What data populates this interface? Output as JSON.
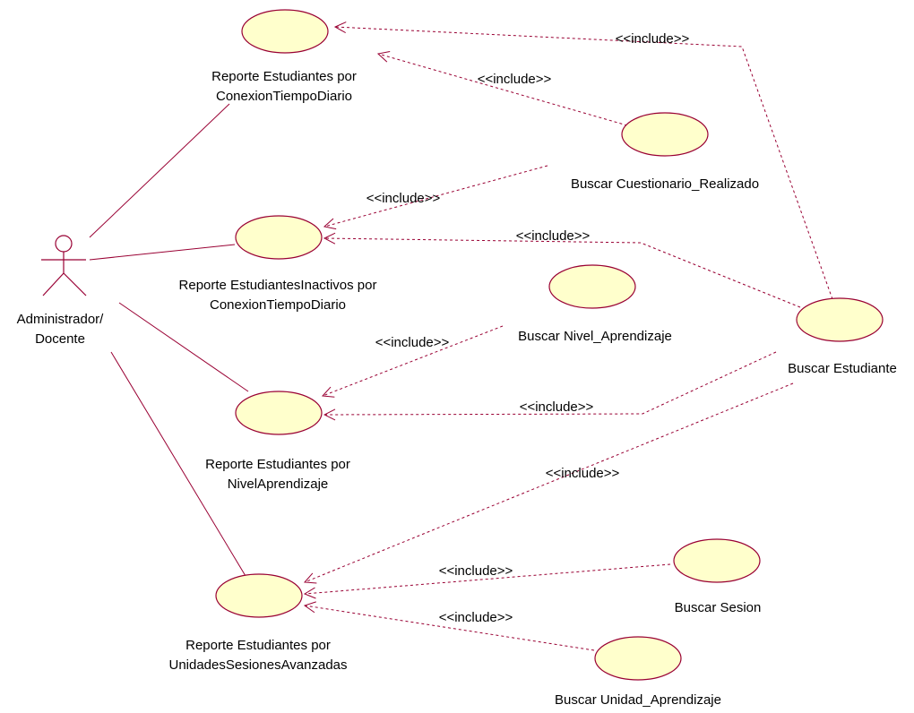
{
  "actor": {
    "line1": "Administrador/",
    "line2": "Docente"
  },
  "use_cases": {
    "uc1": {
      "line1": "Reporte Estudiantes por",
      "line2": "ConexionTiempoDiario"
    },
    "uc2": {
      "line1": "Reporte EstudiantesInactivos por",
      "line2": "ConexionTiempoDiario"
    },
    "uc3": {
      "line1": "Reporte Estudiantes por",
      "line2": "NivelAprendizaje"
    },
    "uc4": {
      "line1": "Reporte Estudiantes por",
      "line2": "UnidadesSesionesAvanzadas"
    },
    "buscar_cuestionario": {
      "line1": "Buscar Cuestionario_Realizado"
    },
    "buscar_nivel": {
      "line1": "Buscar Nivel_Aprendizaje"
    },
    "buscar_estudiante": {
      "line1": "Buscar Estudiante"
    },
    "buscar_sesion": {
      "line1": "Buscar Sesion"
    },
    "buscar_unidad": {
      "line1": "Buscar Unidad_Aprendizaje"
    }
  },
  "include_label": "<<include>>",
  "colors": {
    "usecase_fill": "#ffffcc",
    "stroke": "#990033"
  }
}
